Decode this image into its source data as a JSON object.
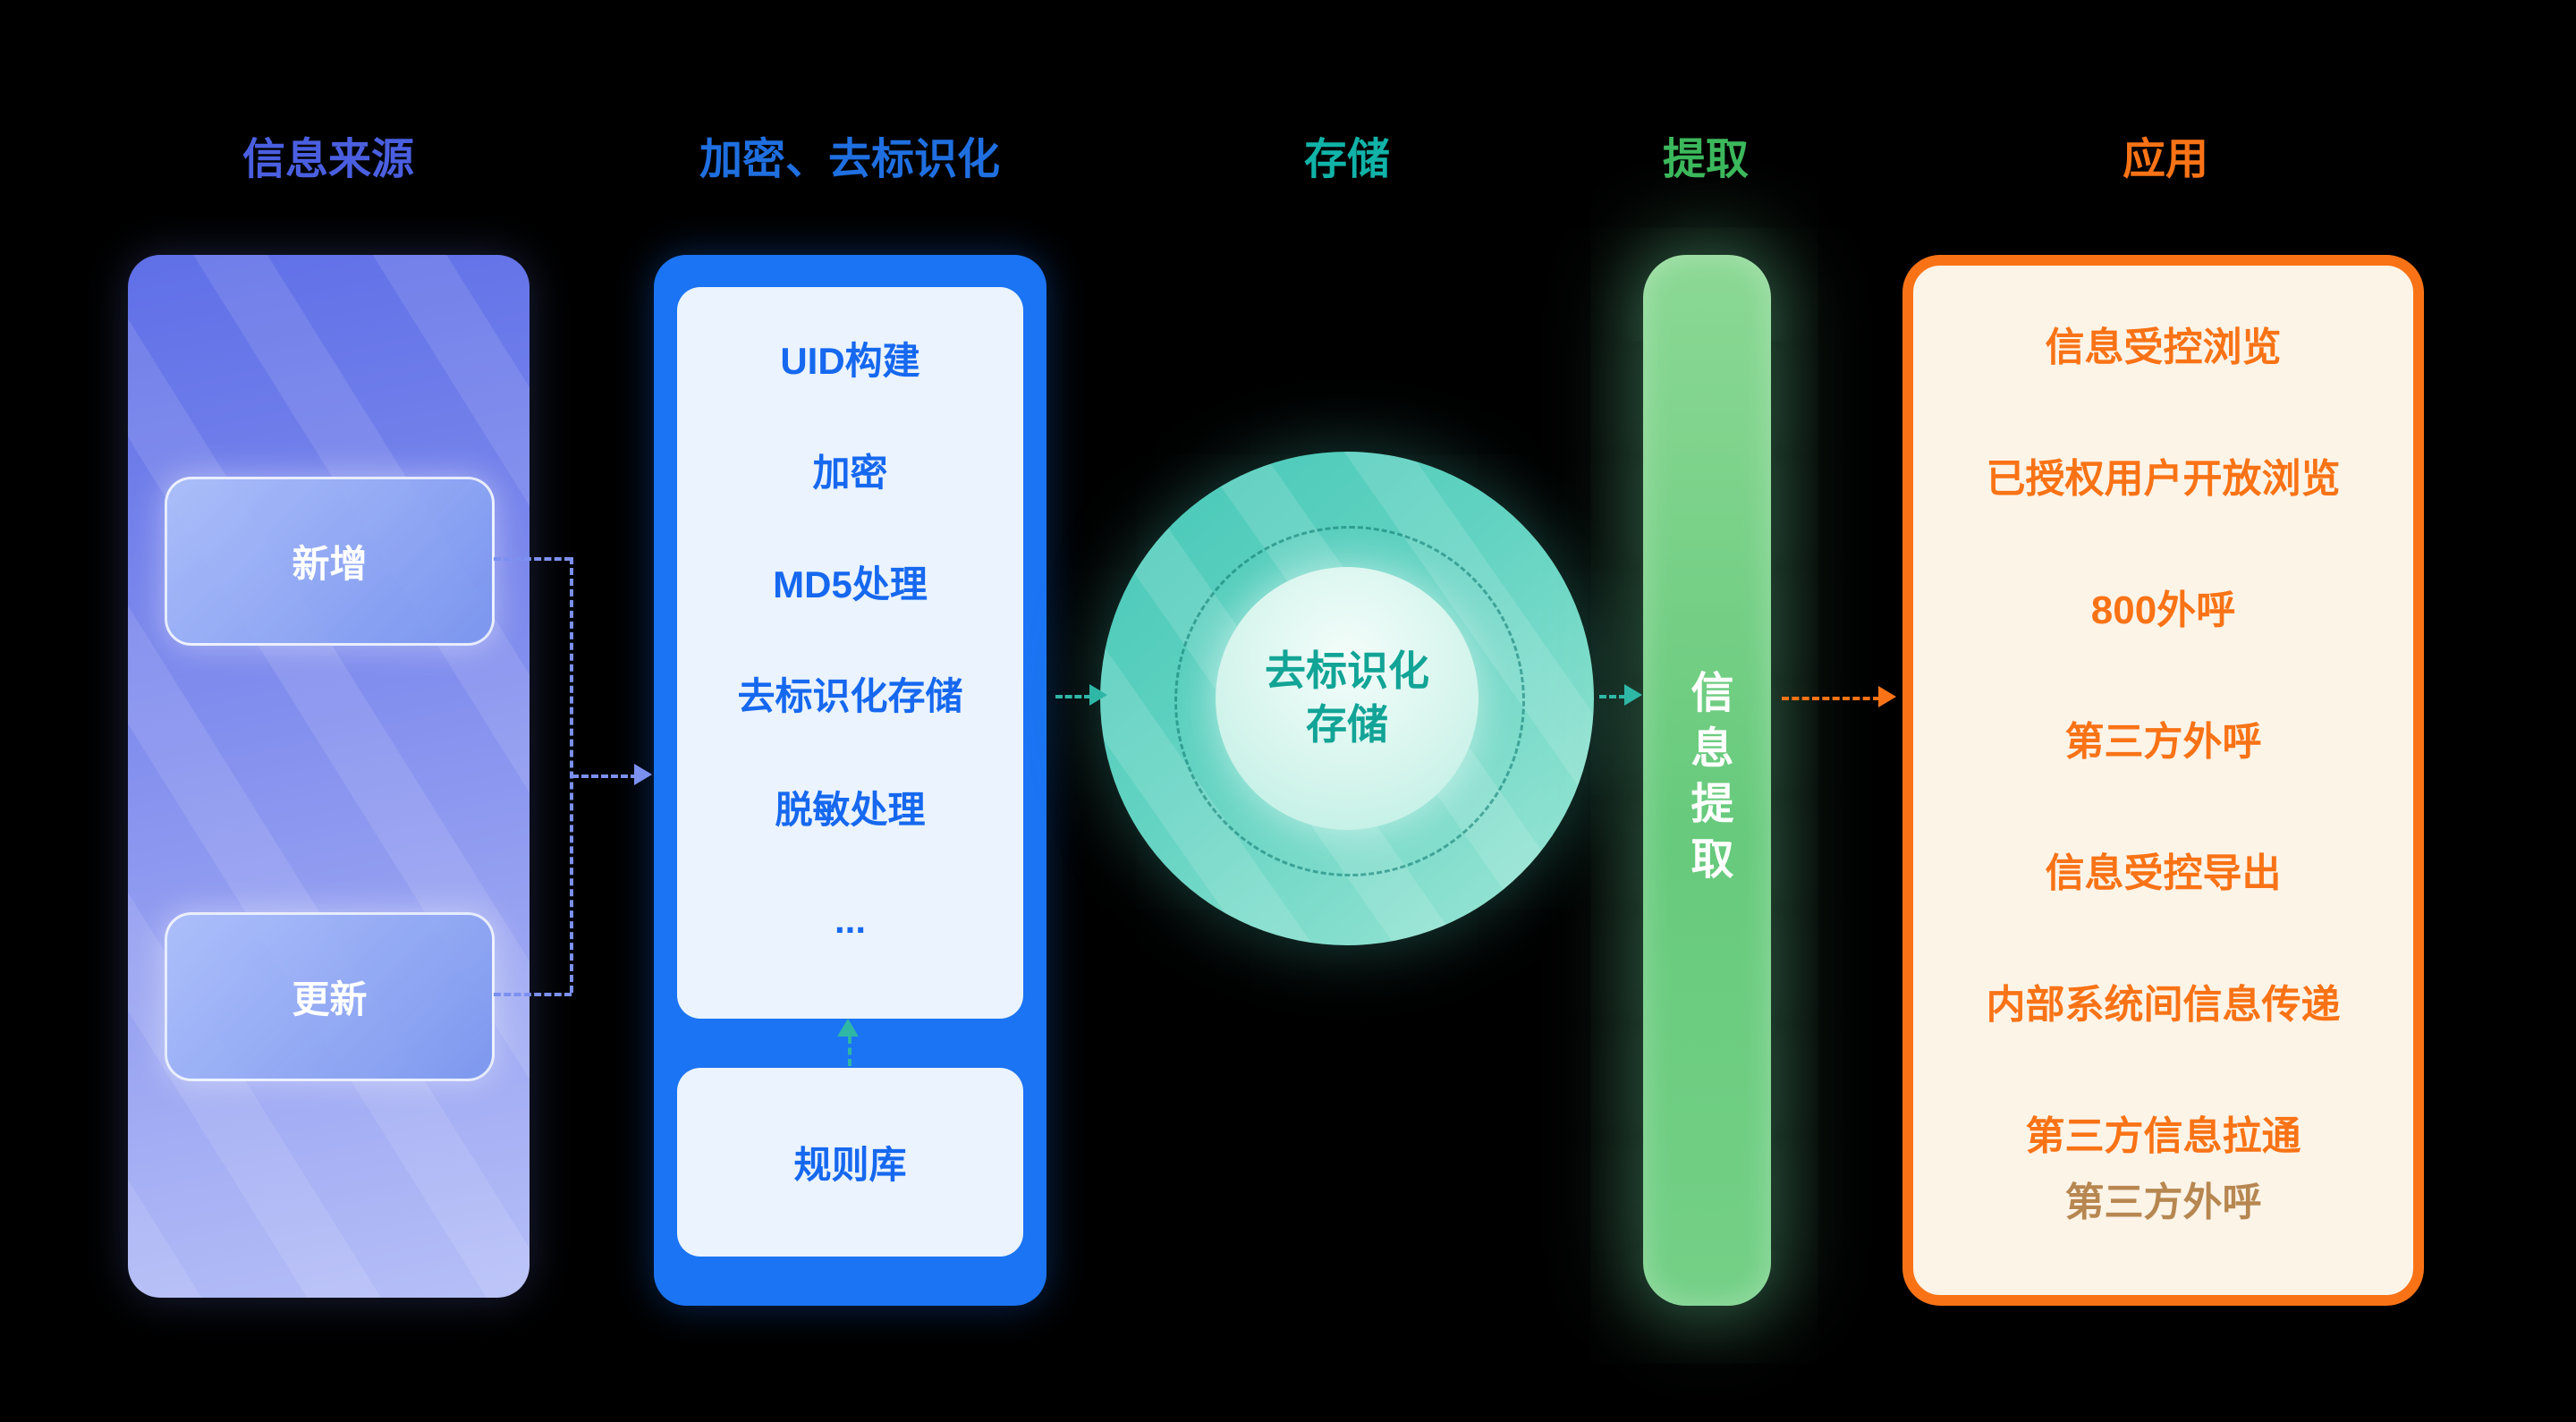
{
  "stages": [
    {
      "label": "信息来源",
      "color": "#4a5fe0"
    },
    {
      "label": "加密、去标识化",
      "color": "#1f6fe0"
    },
    {
      "label": "存储",
      "color": "#11b3a8"
    },
    {
      "label": "提取",
      "color": "#3cb85c"
    },
    {
      "label": "应用",
      "color": "#f97316"
    }
  ],
  "source": {
    "items": [
      {
        "label": "新增"
      },
      {
        "label": "更新"
      }
    ]
  },
  "encryption": {
    "steps": [
      "UID构建",
      "加密",
      "MD5处理",
      "去标识化存储",
      "脱敏处理",
      "..."
    ],
    "rule_label": "规则库"
  },
  "storage": {
    "line1": "去标识化",
    "line2": "存储"
  },
  "extraction": {
    "label": "信息提取"
  },
  "application": {
    "items": [
      "信息受控浏览",
      "已授权用户开放浏览",
      "800外呼",
      "第三方外呼",
      "信息受控导出",
      "内部系统间信息传递",
      "第三方信息拉通"
    ],
    "faded_item": "第三方外呼"
  },
  "colors": {
    "background": "#000000",
    "source_panel": "#7f8cee",
    "encrypt_panel": "#1b74f3",
    "storage_circle": "#63d3c2",
    "extract_bar": "#74d086",
    "app_border": "#f97316",
    "arrow_source": "#7c90f0",
    "arrow_teal": "#2fb7a6",
    "arrow_orange": "#f97316"
  }
}
